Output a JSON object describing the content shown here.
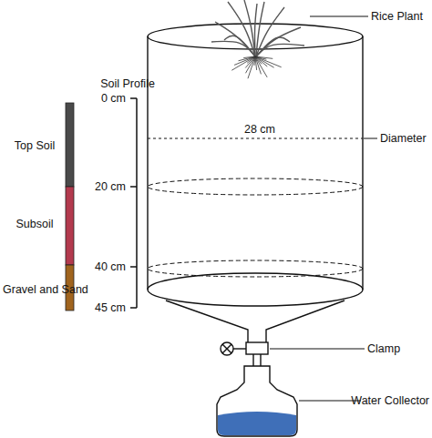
{
  "diagram": {
    "labels": [
      "Soil Profile",
      "0 cm",
      "20 cm",
      "40 cm",
      "45 cm",
      "Top Soil",
      "Subsoil",
      "Gravel and Sand",
      "Rice Plant",
      "28 cm",
      "Diameter",
      "Clamp",
      "Water Collector"
    ]
  }
}
